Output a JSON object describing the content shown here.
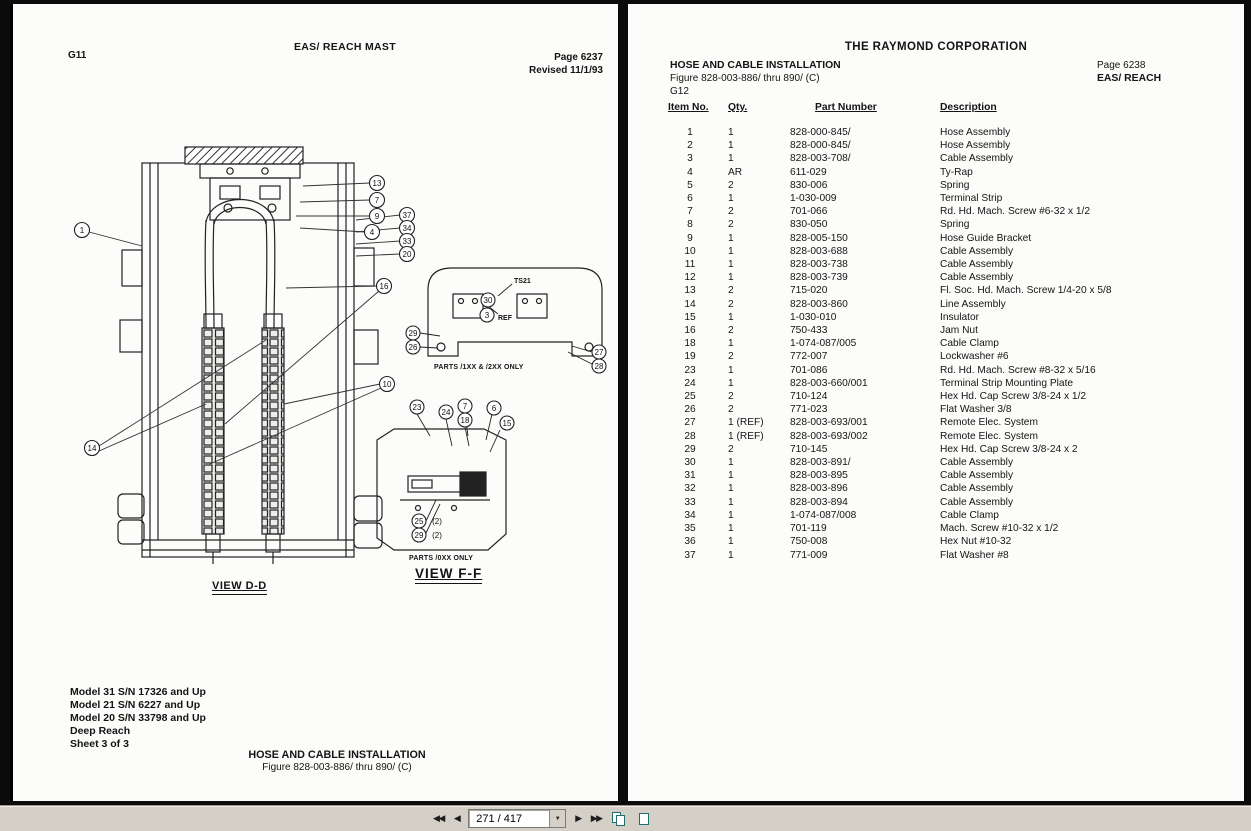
{
  "toolbar": {
    "page_indicator": "271 / 417",
    "icons": {
      "fast_backward": "◀◀",
      "prev": "◀",
      "next": "▶",
      "fast_forward": "▶▶",
      "dropdown": "▼"
    }
  },
  "left_page": {
    "grid_ref": "G11",
    "title": "EAS/ REACH MAST",
    "page_label": "Page 6237",
    "revision_label": "Revised 11/1/93",
    "diagram": {
      "view_label": "VIEW D-D",
      "main_callouts": [
        "13",
        "7",
        "9",
        "4",
        "37",
        "34",
        "33",
        "20",
        "16",
        "10",
        "1",
        "14"
      ],
      "detail1": {
        "caption": "PARTS /1XX & /2XX ONLY",
        "terminal_tag": "TS21",
        "ref_note": "REF",
        "callouts": [
          "30",
          "3",
          "29",
          "26",
          "27",
          "28"
        ]
      },
      "detail2": {
        "caption": "PARTS /0XX ONLY",
        "view_label": "VIEW F-F",
        "callouts": [
          "23",
          "24",
          "7",
          "18",
          "6",
          "15"
        ],
        "qty_callouts": [
          {
            "label": "25",
            "note": "(2)"
          },
          {
            "label": "29",
            "note": "(2)"
          }
        ]
      }
    },
    "model_notes": [
      "Model 31 S/N 17326 and Up",
      "Model 21 S/N 6227 and Up",
      "Model 20 S/N 33798 and Up",
      "Deep Reach",
      "Sheet 3 of 3"
    ],
    "caption_title": "HOSE AND CABLE INSTALLATION",
    "caption_figure": "Figure 828-003-886/ thru 890/ (C)"
  },
  "right_page": {
    "company": "THE RAYMOND CORPORATION",
    "section_title": "HOSE AND CABLE INSTALLATION",
    "figure": "Figure 828-003-886/ thru 890/ (C)",
    "grid_ref": "G12",
    "page_label": "Page 6238",
    "model_label": "EAS/ REACH",
    "table": {
      "headers": [
        "Item No.",
        "Qty.",
        "Part Number",
        "Description"
      ],
      "rows": [
        [
          "1",
          "1",
          "828-000-845/",
          "Hose Assembly"
        ],
        [
          "2",
          "1",
          "828-000-845/",
          "Hose Assembly"
        ],
        [
          "3",
          "1",
          "828-003-708/",
          "Cable Assembly"
        ],
        [
          "4",
          "AR",
          "611-029",
          "Ty-Rap"
        ],
        [
          "5",
          "2",
          "830-006",
          "Spring"
        ],
        [
          "6",
          "1",
          "1-030-009",
          "Terminal Strip"
        ],
        [
          "7",
          "2",
          "701-066",
          "Rd. Hd. Mach. Screw #6-32 x 1/2"
        ],
        [
          "8",
          "2",
          "830-050",
          "Spring"
        ],
        [
          "9",
          "1",
          "828-005-150",
          "Hose Guide Bracket"
        ],
        [
          "10",
          "1",
          "828-003-688",
          "Cable Assembly"
        ],
        [
          "11",
          "1",
          "828-003-738",
          "Cable Assembly"
        ],
        [
          "12",
          "1",
          "828-003-739",
          "Cable Assembly"
        ],
        [
          "13",
          "2",
          "715-020",
          "Fl. Soc. Hd. Mach. Screw 1/4-20 x 5/8"
        ],
        [
          "14",
          "2",
          "828-003-860",
          "Line Assembly"
        ],
        [
          "15",
          "1",
          "1-030-010",
          "Insulator"
        ],
        [
          "16",
          "2",
          "750-433",
          "Jam Nut"
        ],
        [
          "18",
          "1",
          "1-074-087/005",
          "Cable Clamp"
        ],
        [
          "19",
          "2",
          "772-007",
          "Lockwasher #6"
        ],
        [
          "23",
          "1",
          "701-086",
          "Rd. Hd. Mach. Screw #8-32 x 5/16"
        ],
        [
          "24",
          "1",
          "828-003-660/001",
          "Terminal Strip Mounting Plate"
        ],
        [
          "25",
          "2",
          "710-124",
          "Hex Hd. Cap Screw 3/8-24 x 1/2"
        ],
        [
          "26",
          "2",
          "771-023",
          "Flat Washer 3/8"
        ],
        [
          "27",
          "1 (REF)",
          "828-003-693/001",
          "Remote Elec. System"
        ],
        [
          "28",
          "1 (REF)",
          "828-003-693/002",
          "Remote Elec. System"
        ],
        [
          "29",
          "2",
          "710-145",
          "Hex Hd. Cap Screw 3/8-24 x 2"
        ],
        [
          "30",
          "1",
          "828-003-891/",
          "Cable Assembly"
        ],
        [
          "31",
          "1",
          "828-003-895",
          "Cable Assembly"
        ],
        [
          "32",
          "1",
          "828-003-896",
          "Cable Assembly"
        ],
        [
          "33",
          "1",
          "828-003-894",
          "Cable Assembly"
        ],
        [
          "34",
          "1",
          "1-074-087/008",
          "Cable Clamp"
        ],
        [
          "35",
          "1",
          "701-119",
          "Mach. Screw #10-32 x 1/2"
        ],
        [
          "36",
          "1",
          "750-008",
          "Hex Nut #10-32"
        ],
        [
          "37",
          "1",
          "771-009",
          "Flat Washer #8"
        ]
      ]
    }
  }
}
